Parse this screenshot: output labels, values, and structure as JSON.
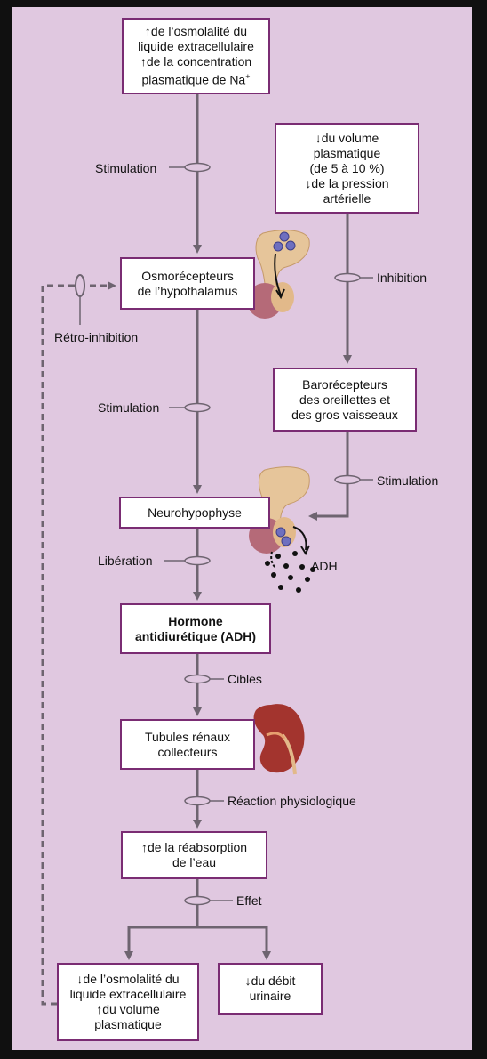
{
  "boxes": {
    "osmolality_up": {
      "line1": "de l’osmolalité du",
      "line2": "liquide extracellulaire",
      "line3": "de la concentration",
      "line4": "plasmatique de Na",
      "sup": "+"
    },
    "volume_down": {
      "line1": "du volume",
      "line2": "plasmatique",
      "line3": "(de 5 à 10 %)",
      "line4": "de la pression",
      "line5": "artérielle"
    },
    "osmoreceptors": {
      "line1": "Osmorécepteurs",
      "line2": "de l’hypothalamus"
    },
    "baroreceptors": {
      "line1": "Barorécepteurs",
      "line2": "des oreillettes et",
      "line3": "des gros vaisseaux"
    },
    "neurohypophysis": {
      "line1": "Neurohypophyse"
    },
    "adh": {
      "line1": "Hormone",
      "line2": "antidiurétique (ADH)"
    },
    "tubules": {
      "line1": "Tubules rénaux",
      "line2": "collecteurs"
    },
    "reabsorption": {
      "line1": "de la réabsorption",
      "line2": "de l’eau"
    },
    "osmolality_down": {
      "line1": "de l’osmolalité du",
      "line2": "liquide extracellulaire",
      "line3": "du volume",
      "line4": "plasmatique"
    },
    "urine_output": {
      "line1": "du débit",
      "line2": "urinaire"
    }
  },
  "labels": {
    "stimulation_1": "Stimulation",
    "inhibition": "Inhibition",
    "retro_inhibition": "Rétro-inhibition",
    "stimulation_2": "Stimulation",
    "stimulation_3": "Stimulation",
    "liberation": "Libération",
    "adh_particles": "ADH",
    "cibles": "Cibles",
    "reaction": "Réaction physiologique",
    "effet": "Effet"
  },
  "colors": {
    "background": "#e0c8e0",
    "box_border": "#7a2c73",
    "arrow": "#6e6470",
    "gland": "#b56a78",
    "kidney": "#a3342e"
  }
}
